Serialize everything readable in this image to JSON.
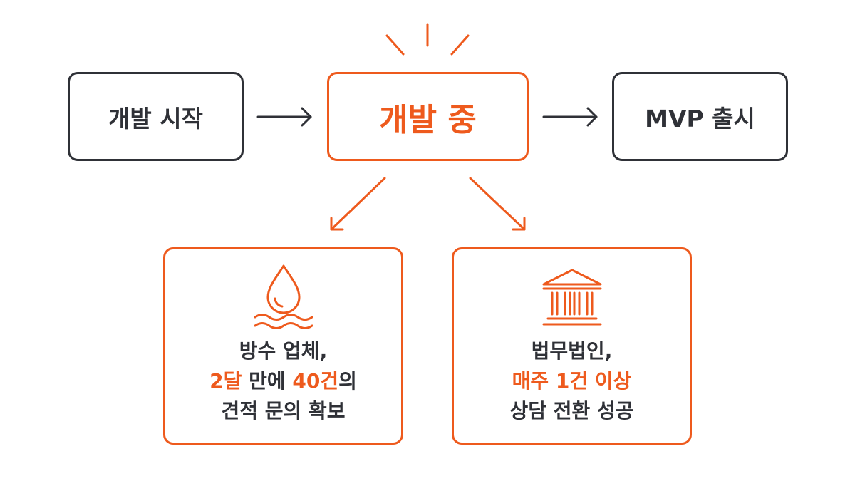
{
  "nodes": {
    "start": "개발 시작",
    "current": "개발 중",
    "end": "MVP 출시"
  },
  "cards": {
    "left": {
      "line1": "방수 업체,",
      "line2_part1": "2달",
      "line2_part2": " 만에 ",
      "line2_part3": "40건",
      "line2_part4": "의",
      "line3": "견적 문의 확보",
      "icon": "water-drop-icon"
    },
    "right": {
      "line1": "법무법인,",
      "line2": "매주 1건 이상",
      "line3": "상담 전환 성공",
      "icon": "courthouse-icon"
    }
  },
  "colors": {
    "accent": "#ee5a1d",
    "dark": "#2f3137"
  }
}
